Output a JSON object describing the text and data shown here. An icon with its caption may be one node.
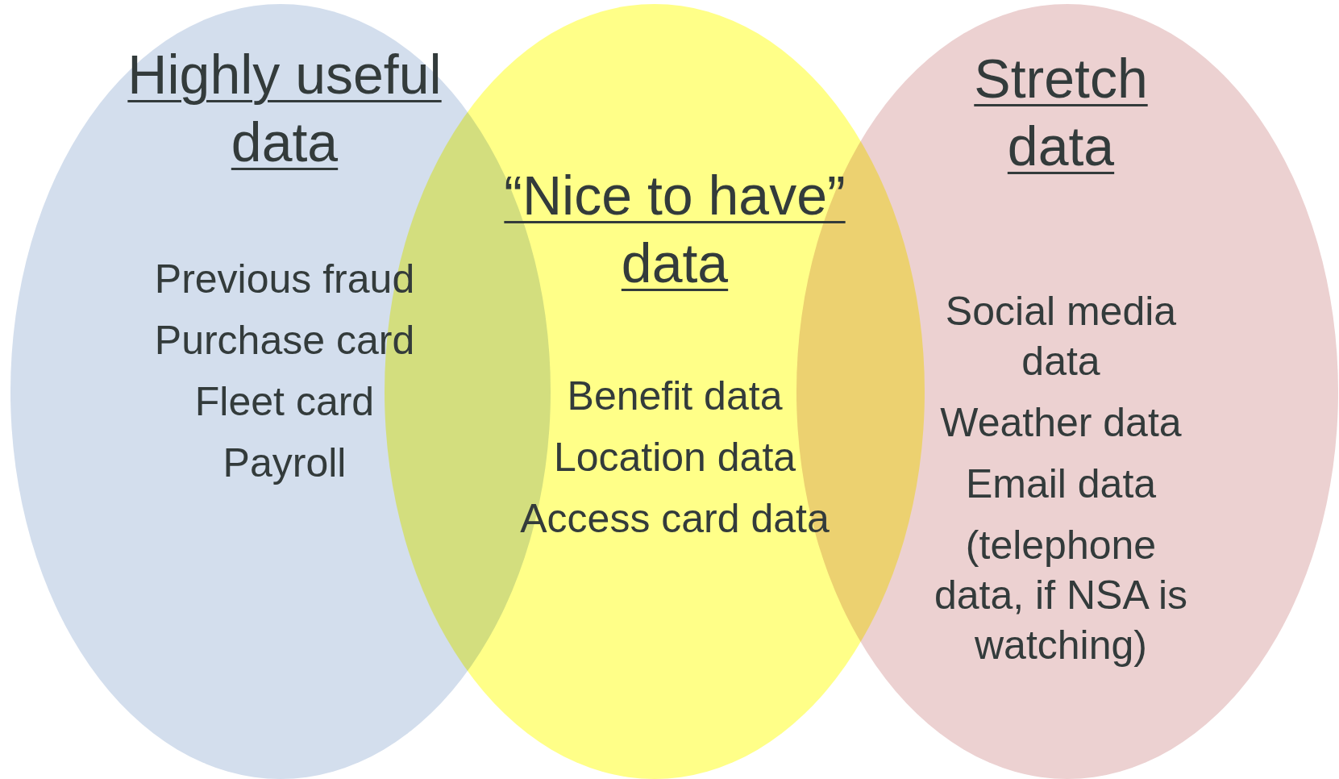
{
  "diagram": {
    "nodes": [
      {
        "text": [
          "Highly useful data",
          "Previous fraud",
          "Purchase card",
          "Fleet card",
          "Payroll"
        ]
      },
      {
        "text": [
          "“Nice to have” data",
          "Benefit data",
          "Location data",
          "Access card data"
        ]
      },
      {
        "text": [
          "Stretch data",
          "Social media data",
          "Weather data",
          "Email data",
          "(telephone data, if NSA is watching)"
        ]
      }
    ]
  }
}
